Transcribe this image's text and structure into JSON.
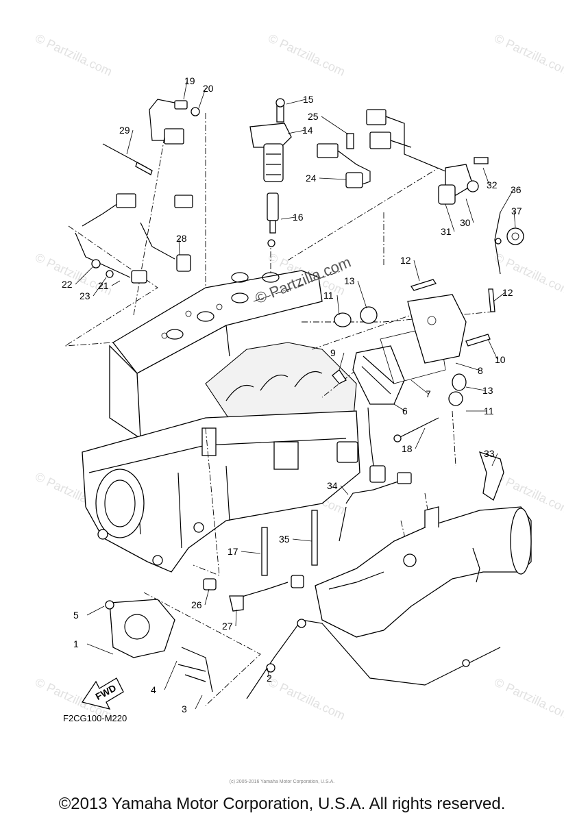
{
  "watermark": {
    "symbol": "©",
    "text": "Partzilla.com"
  },
  "center_watermark": "© Partzilla.com",
  "fwd_label": "FWD",
  "figure_code": "F2CG100-M220",
  "tiny_copyright": "(c) 2005-2016 Yamaha Motor Corporation, U.S.A.",
  "copyright": "©2013 Yamaha Motor Corporation, U.S.A. All rights reserved.",
  "callouts": [
    {
      "id": 1,
      "label": "1"
    },
    {
      "id": 2,
      "label": "2"
    },
    {
      "id": 3,
      "label": "3"
    },
    {
      "id": 4,
      "label": "4"
    },
    {
      "id": 5,
      "label": "5"
    },
    {
      "id": 6,
      "label": "6"
    },
    {
      "id": 7,
      "label": "7"
    },
    {
      "id": 8,
      "label": "8"
    },
    {
      "id": 9,
      "label": "9"
    },
    {
      "id": 10,
      "label": "10"
    },
    {
      "id": 11,
      "label": "11"
    },
    {
      "id": 12,
      "label": "12"
    },
    {
      "id": 13,
      "label": "13"
    },
    {
      "id": 14,
      "label": "14"
    },
    {
      "id": 15,
      "label": "15"
    },
    {
      "id": 16,
      "label": "16"
    },
    {
      "id": 17,
      "label": "17"
    },
    {
      "id": 18,
      "label": "18"
    },
    {
      "id": 19,
      "label": "19"
    },
    {
      "id": 20,
      "label": "20"
    },
    {
      "id": 21,
      "label": "21"
    },
    {
      "id": 22,
      "label": "22"
    },
    {
      "id": 23,
      "label": "23"
    },
    {
      "id": 24,
      "label": "24"
    },
    {
      "id": 25,
      "label": "25"
    },
    {
      "id": 26,
      "label": "26"
    },
    {
      "id": 27,
      "label": "27"
    },
    {
      "id": 28,
      "label": "28"
    },
    {
      "id": 29,
      "label": "29"
    },
    {
      "id": 30,
      "label": "30"
    },
    {
      "id": 31,
      "label": "31"
    },
    {
      "id": 32,
      "label": "32"
    },
    {
      "id": 33,
      "label": "33"
    },
    {
      "id": 34,
      "label": "34"
    },
    {
      "id": 35,
      "label": "35"
    },
    {
      "id": 36,
      "label": "36"
    },
    {
      "id": 37,
      "label": "37"
    }
  ]
}
